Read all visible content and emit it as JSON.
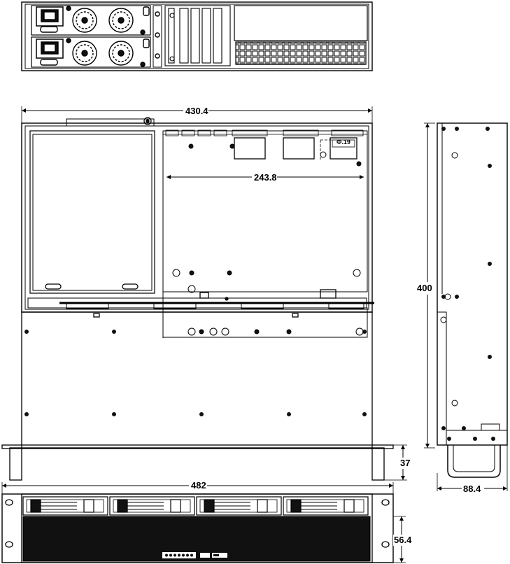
{
  "drawing": {
    "line_color": "#000000",
    "fill_dark": "#111111",
    "background": "#ffffff"
  },
  "dimensions": {
    "top_width": "430.4",
    "inner_width": "243.8",
    "depth": "400",
    "rack_height": "37",
    "front_width": "482",
    "front_height": "56.4",
    "side_width": "88.4",
    "psu_label": "Φ.19"
  }
}
